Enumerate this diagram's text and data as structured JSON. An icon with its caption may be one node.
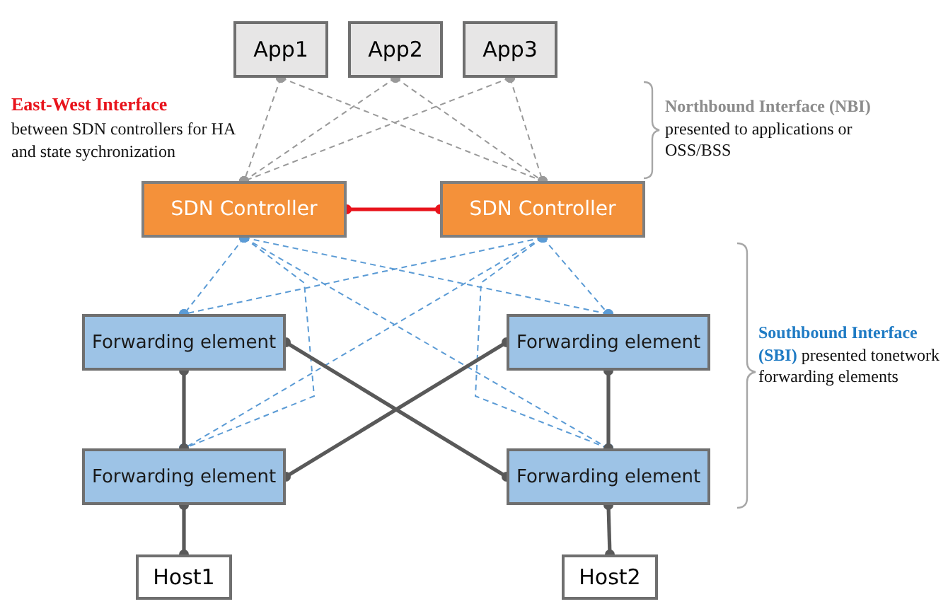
{
  "diagram": {
    "nodes": [
      {
        "text": [
          "App1"
        ]
      },
      {
        "text": [
          "App2"
        ]
      },
      {
        "text": [
          "App3"
        ]
      },
      {
        "text": [
          "SDN Controller"
        ]
      },
      {
        "text": [
          "SDN Controller"
        ]
      },
      {
        "text": [
          "Forwarding element"
        ]
      },
      {
        "text": [
          "Forwarding element"
        ]
      },
      {
        "text": [
          "Forwarding element"
        ]
      },
      {
        "text": [
          "Forwarding element"
        ]
      },
      {
        "text": [
          "Host1"
        ]
      },
      {
        "text": [
          "Host2"
        ]
      }
    ],
    "edges": [
      {
        "from": 0,
        "to": 3,
        "arrow": "other",
        "style": "dashed",
        "color": "#999999"
      },
      {
        "from": 0,
        "to": 4,
        "arrow": "other",
        "style": "dashed",
        "color": "#999999"
      },
      {
        "from": 1,
        "to": 3,
        "arrow": "other",
        "style": "dashed",
        "color": "#999999"
      },
      {
        "from": 1,
        "to": 4,
        "arrow": "other",
        "style": "dashed",
        "color": "#999999"
      },
      {
        "from": 2,
        "to": 3,
        "arrow": "other",
        "style": "dashed",
        "color": "#999999"
      },
      {
        "from": 2,
        "to": 4,
        "arrow": "other",
        "style": "dashed",
        "color": "#999999"
      },
      {
        "from": 3,
        "to": 4,
        "arrow": "other",
        "style": "thick",
        "color": "#e8141c"
      },
      {
        "from": 3,
        "to": 5,
        "arrow": "other",
        "style": "dashed",
        "color": "#5b9bd5"
      },
      {
        "from": 3,
        "to": 6,
        "arrow": "other",
        "style": "dashed",
        "color": "#5b9bd5"
      },
      {
        "from": 3,
        "to": 7,
        "arrow": "other",
        "style": "dashed",
        "color": "#5b9bd5"
      },
      {
        "from": 3,
        "to": 8,
        "arrow": "other",
        "style": "dashed",
        "color": "#5b9bd5"
      },
      {
        "from": 4,
        "to": 5,
        "arrow": "other",
        "style": "dashed",
        "color": "#5b9bd5"
      },
      {
        "from": 4,
        "to": 6,
        "arrow": "other",
        "style": "dashed",
        "color": "#5b9bd5"
      },
      {
        "from": 4,
        "to": 7,
        "arrow": "other",
        "style": "dashed",
        "color": "#5b9bd5"
      },
      {
        "from": 4,
        "to": 8,
        "arrow": "other",
        "style": "dashed",
        "color": "#5b9bd5"
      },
      {
        "from": 5,
        "to": 7,
        "arrow": "other",
        "style": "thick",
        "color": "#595959"
      },
      {
        "from": 6,
        "to": 8,
        "arrow": "other",
        "style": "thick",
        "color": "#595959"
      },
      {
        "from": 5,
        "to": 8,
        "arrow": "other",
        "style": "thick",
        "color": "#595959"
      },
      {
        "from": 6,
        "to": 7,
        "arrow": "other",
        "style": "thick",
        "color": "#595959"
      },
      {
        "from": 7,
        "to": 9,
        "arrow": "other",
        "style": "thick",
        "color": "#595959"
      },
      {
        "from": 8,
        "to": 10,
        "arrow": "other",
        "style": "thick",
        "color": "#595959"
      }
    ],
    "labels": [
      "East-West Interface",
      "between SDN controllers for HA and state sychronization",
      "**Northbound Interface (NBI)** presented to applications or OSS/BSS",
      "**Southbound Interface (SBI)** presented tonetwork forwarding elements"
    ]
  }
}
